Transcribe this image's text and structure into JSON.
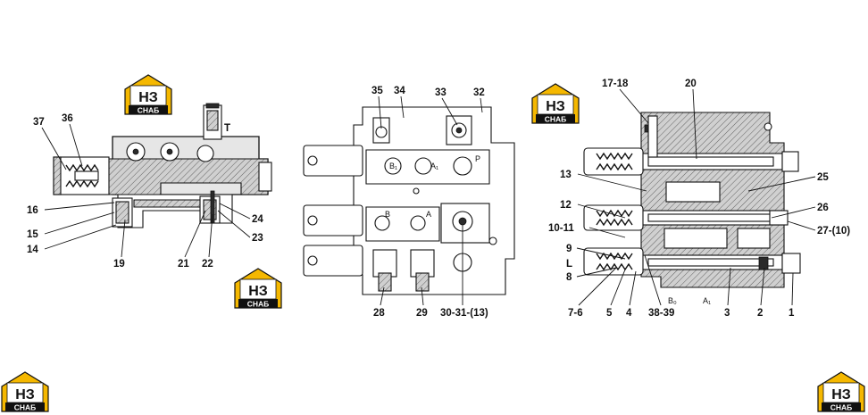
{
  "logo": {
    "mark": "НЗ",
    "caption": "СНАБ",
    "accent": "#f5b800"
  },
  "left_view": {
    "labels": [
      "37",
      "36",
      "16",
      "15",
      "14",
      "19",
      "21",
      "22",
      "23",
      "24",
      "T"
    ]
  },
  "middle_view": {
    "labels": [
      "35",
      "34",
      "33",
      "32",
      "28",
      "29",
      "30-31-(13)"
    ],
    "ports": [
      "B₁",
      "A₁",
      "P",
      "B",
      "A"
    ]
  },
  "right_view": {
    "labels": [
      "17-18",
      "20",
      "13",
      "25",
      "12",
      "26",
      "10-11",
      "27-(10)",
      "9",
      "L",
      "8",
      "7-6",
      "5",
      "4",
      "38-39",
      "3",
      "2",
      "1"
    ],
    "ports": [
      "B₀",
      "A₁"
    ]
  }
}
